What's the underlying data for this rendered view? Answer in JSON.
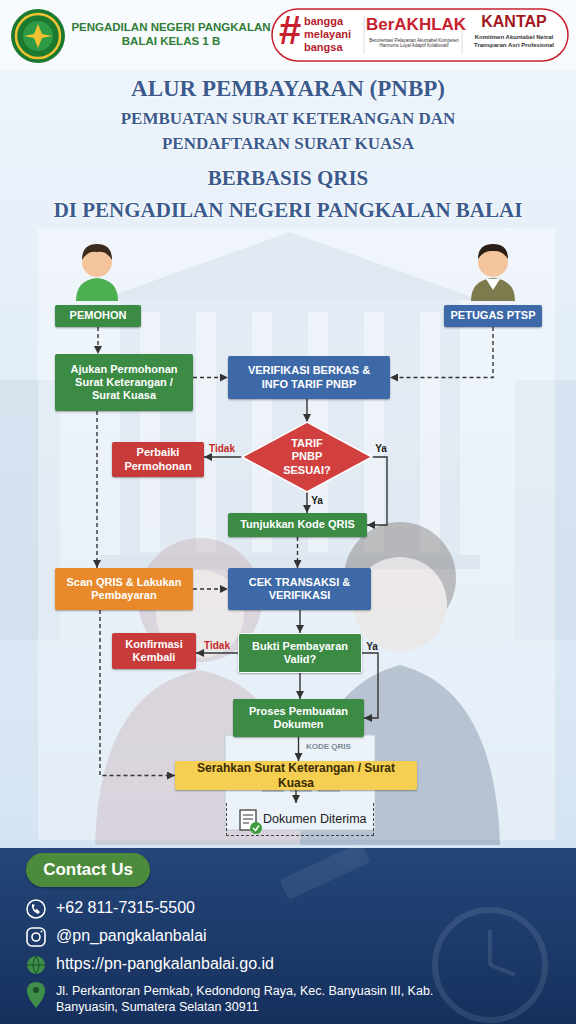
{
  "diagram": {
    "title": "ALUR PEMBAYARAN (PNBP)",
    "nodes": [
      {
        "text": [
          "PEMOHON"
        ]
      },
      {
        "text": [
          "PETUGAS PTSP"
        ]
      },
      {
        "text": [
          "Ajukan Permohonan Surat Keterangan / Surat Kuasa"
        ]
      },
      {
        "text": [
          "VERIFIKASI BERKAS & INFO TARIF PNBP"
        ]
      },
      {
        "text": [
          "Perbaiki Permohonan"
        ]
      },
      {
        "text": [
          "TARIF PNBP SESUAI?"
        ]
      },
      {
        "text": [
          "Tunjukkan Kode QRIS"
        ]
      },
      {
        "text": [
          "Scan QRIS & Lakukan Pembayaran"
        ]
      },
      {
        "text": [
          "CEK TRANSAKSI & VERIFIKASI"
        ]
      },
      {
        "text": [
          "Konfirmasi Kembali"
        ]
      },
      {
        "text": [
          "Bukti Pembayaran Valid?"
        ]
      },
      {
        "text": [
          "Proses Pembuatan Dokumen"
        ]
      },
      {
        "text": [
          "Serahkan Surat Keterangan / Surat Kuasa"
        ]
      },
      {
        "text": [
          "Dokumen Diterima"
        ]
      },
      {
        "text": [
          "Contact Us"
        ]
      }
    ],
    "edges": [
      {
        "from": 0,
        "to": 2,
        "arrow": "to"
      },
      {
        "from": 1,
        "to": 3,
        "arrow": "to"
      },
      {
        "from": 2,
        "to": 3,
        "arrow": "to"
      },
      {
        "from": 3,
        "to": 5,
        "arrow": "to"
      },
      {
        "from": 5,
        "to": 4,
        "label": "Tidak",
        "arrow": "to"
      },
      {
        "from": 5,
        "to": 6,
        "label": "Ya",
        "arrow": "to"
      },
      {
        "from": 5,
        "to": 6,
        "label": "Ya",
        "arrow": "to"
      },
      {
        "from": 6,
        "to": 8,
        "arrow": "to"
      },
      {
        "from": 2,
        "to": 7,
        "arrow": "to"
      },
      {
        "from": 7,
        "to": 8,
        "arrow": "to"
      },
      {
        "from": 8,
        "to": 10,
        "arrow": "to"
      },
      {
        "from": 10,
        "to": 9,
        "label": "Tidak",
        "arrow": "to"
      },
      {
        "from": 10,
        "to": 11,
        "arrow": "to"
      },
      {
        "from": 10,
        "to": 11,
        "label": "Ya",
        "arrow": "to"
      },
      {
        "from": 11,
        "to": 12,
        "arrow": "to"
      },
      {
        "from": 7,
        "to": 12,
        "arrow": "to"
      },
      {
        "from": 12,
        "to": 13,
        "arrow": "to"
      }
    ],
    "labels": [
      "PENGADILAN NEGERI PANGKALAN BALAI KELAS 1 B",
      "#",
      "bangga melayani bangsa",
      "BerAKHLAK",
      "Berorientasi Pelayanan Akuntabel Kompeten Harmonis Loyal Adaptif Kolaboratif",
      "KANTAP",
      "Komitmen Akuntabel Netral Transparan Asri Profesional",
      "PEMBUATAN SURAT KETERANGAN DAN PENDAFTARAN SURAT KUASA",
      "BERBASIS QRIS",
      "DI PENGADILAN NEGERI PANGKALAN BALAI",
      "KODE QRIS",
      "+62 811-7315-5500",
      "@pn_pangkalanbalai",
      "https://pn-pangkalanbalai.go.id",
      "Jl. Perkantoran Pemkab, Kedondong Raya, Kec. Banyuasin III, Kab. Banyuasin, Sumatera Selatan 30911"
    ]
  }
}
